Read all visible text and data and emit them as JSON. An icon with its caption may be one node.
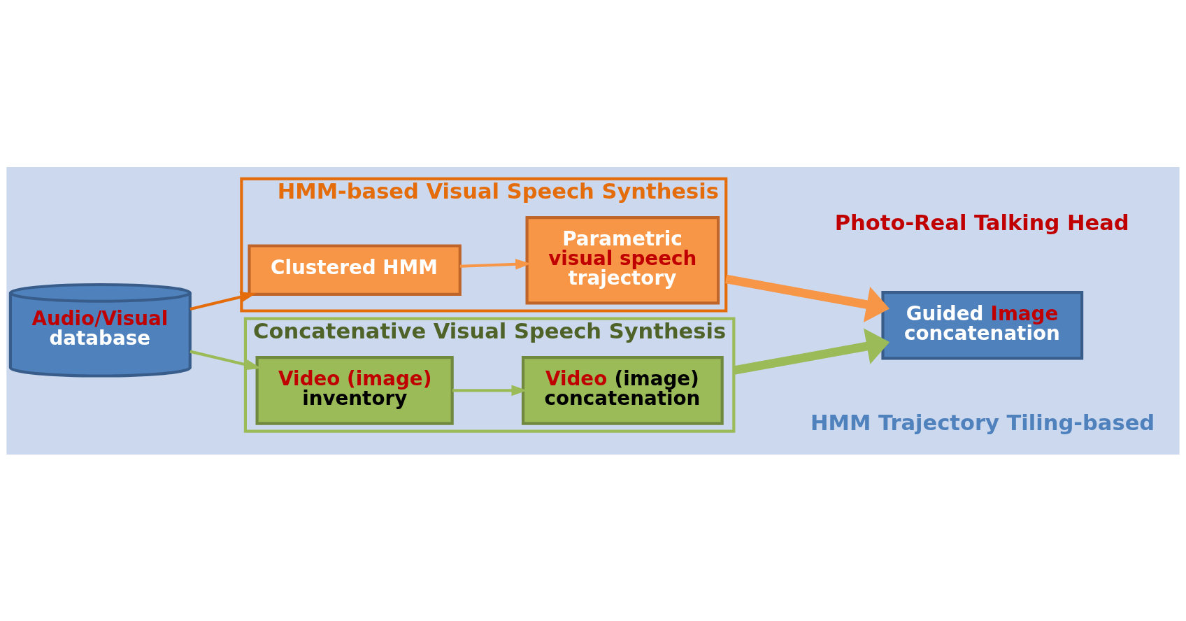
{
  "diagram": {
    "nodes": [
      {
        "text": [
          "HMM-based Visual Speech Synthesis"
        ]
      },
      {
        "text": [
          "Clustered HMM"
        ],
        "in": 0
      },
      {
        "text": [
          "Parametric",
          "visual speech",
          "trajectory"
        ],
        "in": 0
      },
      {
        "text": [
          "Audio/Visual",
          "database"
        ]
      },
      {
        "text": [
          "Guided",
          "Image",
          "concatenation"
        ]
      },
      {
        "text": [
          "Concatenative Visual Speech Synthesis"
        ]
      },
      {
        "text": [
          "Video (image)",
          "inventory"
        ],
        "in": 5
      },
      {
        "text": [
          "Video",
          "(image)",
          "concatenation"
        ],
        "in": 5
      }
    ],
    "edges": [
      {
        "from": 3,
        "to": 1,
        "arrow": "to",
        "color": "#e46c0a"
      },
      {
        "from": 1,
        "to": 2,
        "arrow": "to",
        "color": "#f79646"
      },
      {
        "from": 0,
        "to": 4,
        "arrow": "to",
        "style": "thick",
        "color": "#f79646"
      },
      {
        "from": 3,
        "to": 6,
        "arrow": "to",
        "color": "#9bbb59"
      },
      {
        "from": 6,
        "to": 7,
        "arrow": "to",
        "color": "#9bbb59"
      },
      {
        "from": 5,
        "to": 4,
        "arrow": "to",
        "style": "thick",
        "color": "#9bbb59"
      }
    ],
    "labels": [
      "HMM Trajectory Tiling-based",
      "Photo-Real Talking Head"
    ]
  }
}
